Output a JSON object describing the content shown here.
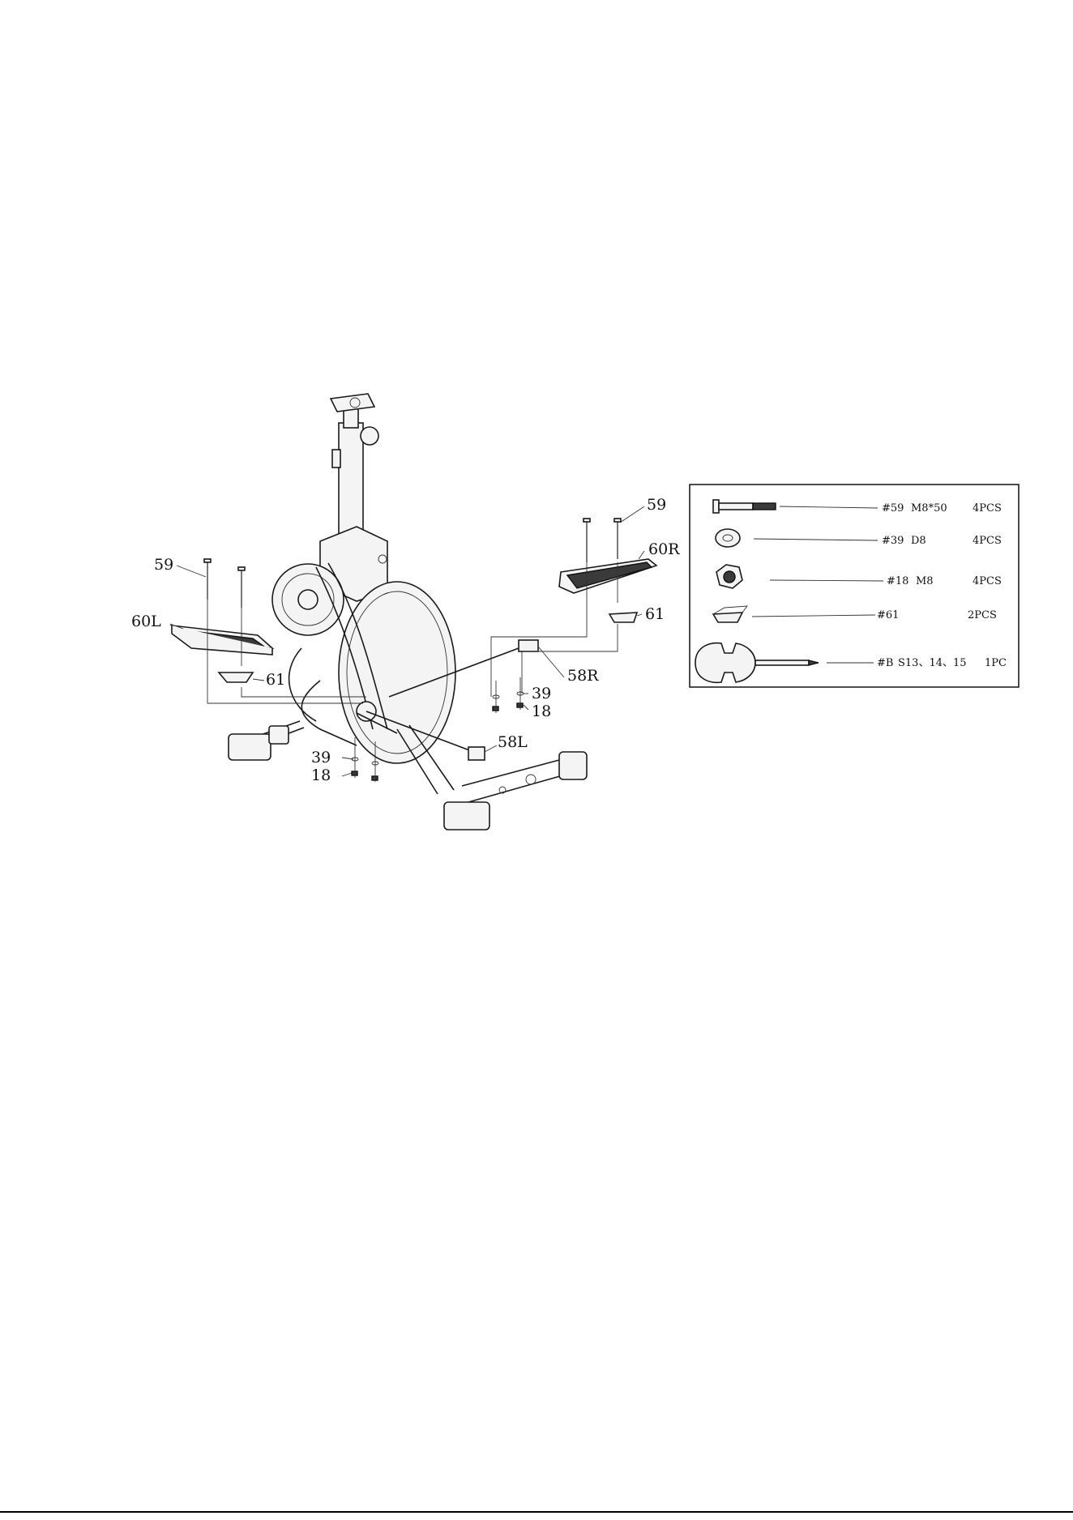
{
  "labels": {
    "bolt_left": "59",
    "bolt_right": "59",
    "pedal_left": "60L",
    "pedal_right": "60R",
    "bracket_left": "61",
    "bracket_right": "61",
    "arm_left": "58L",
    "arm_right": "58R",
    "washer_left": "39",
    "nut_left": "18",
    "washer_right": "39",
    "nut_right": "18"
  },
  "hardware": [
    {
      "id": "#59",
      "spec": "M8*50",
      "qty": "4PCS",
      "icon": "bolt-icon"
    },
    {
      "id": "#39",
      "spec": "D8",
      "qty": "4PCS",
      "icon": "washer-icon"
    },
    {
      "id": "#18",
      "spec": "M8",
      "qty": "4PCS",
      "icon": "nut-icon"
    },
    {
      "id": "#61",
      "spec": "",
      "qty": "2PCS",
      "icon": "bracket-icon"
    },
    {
      "id": "#B",
      "spec": "S13、14、15",
      "qty": "1PC",
      "icon": "wrench-icon"
    }
  ]
}
